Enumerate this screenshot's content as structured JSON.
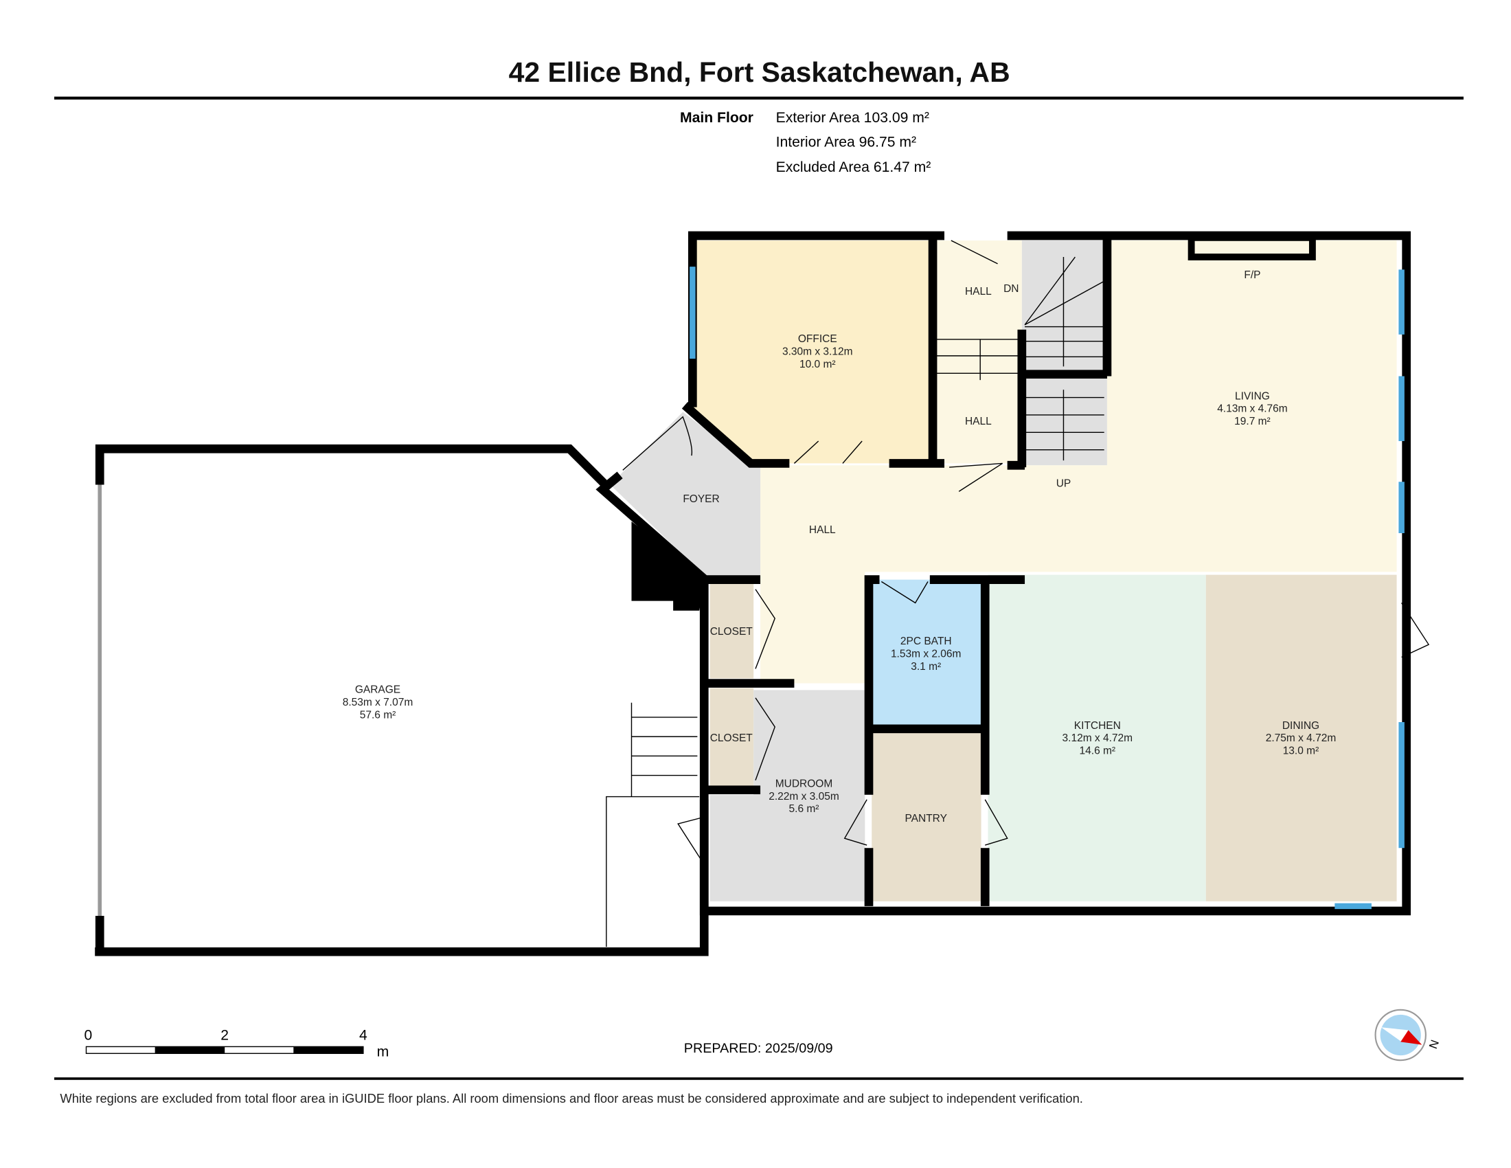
{
  "title": "42 Ellice Bnd, Fort Saskatchewan, AB",
  "floor": {
    "name": "Main Floor",
    "exterior_area": "Exterior Area 103.09 m²",
    "interior_area": "Interior Area 96.75 m²",
    "excluded_area": "Excluded Area 61.47 m²"
  },
  "rooms": {
    "office": {
      "name": "OFFICE",
      "dims": "3.30m x 3.12m",
      "area": "10.0 m²"
    },
    "hall_upper": {
      "name": "HALL"
    },
    "hall_lower": {
      "name": "HALL"
    },
    "dn": "DN",
    "up": "UP",
    "fireplace": "F/P",
    "living": {
      "name": "LIVING",
      "dims": "4.13m x 4.76m",
      "area": "19.7 m²"
    },
    "foyer": {
      "name": "FOYER"
    },
    "hall_main": {
      "name": "HALL"
    },
    "garage": {
      "name": "GARAGE",
      "dims": "8.53m x 7.07m",
      "area": "57.6 m²"
    },
    "closet1": {
      "name": "CLOSET"
    },
    "closet2": {
      "name": "CLOSET"
    },
    "bath": {
      "name": "2PC BATH",
      "dims": "1.53m x 2.06m",
      "area": "3.1 m²"
    },
    "mudroom": {
      "name": "MUDROOM",
      "dims": "2.22m x 3.05m",
      "area": "5.6 m²"
    },
    "pantry": {
      "name": "PANTRY"
    },
    "kitchen": {
      "name": "KITCHEN",
      "dims": "3.12m x 4.72m",
      "area": "14.6 m²"
    },
    "dining": {
      "name": "DINING",
      "dims": "2.75m x 4.72m",
      "area": "13.0 m²"
    }
  },
  "scale_bar": {
    "ticks": [
      "0",
      "2",
      "4"
    ],
    "unit": "m"
  },
  "prepared": "PREPARED: 2025/09/09",
  "compass": {
    "label": "N"
  },
  "disclaimer": "White regions are excluded from total floor area in iGUIDE floor plans. All room dimensions and floor areas must be considered approximate and are subject to independent verification.",
  "colors": {
    "office": "#fcefc9",
    "hall": "#fcf7e3",
    "bath": "#bee3f8",
    "kitchen": "#e6f3ea",
    "dining": "#e8dfcc",
    "gray": "#e0e0e0",
    "window": "#4aa8dc",
    "compass_red": "#e00000"
  }
}
